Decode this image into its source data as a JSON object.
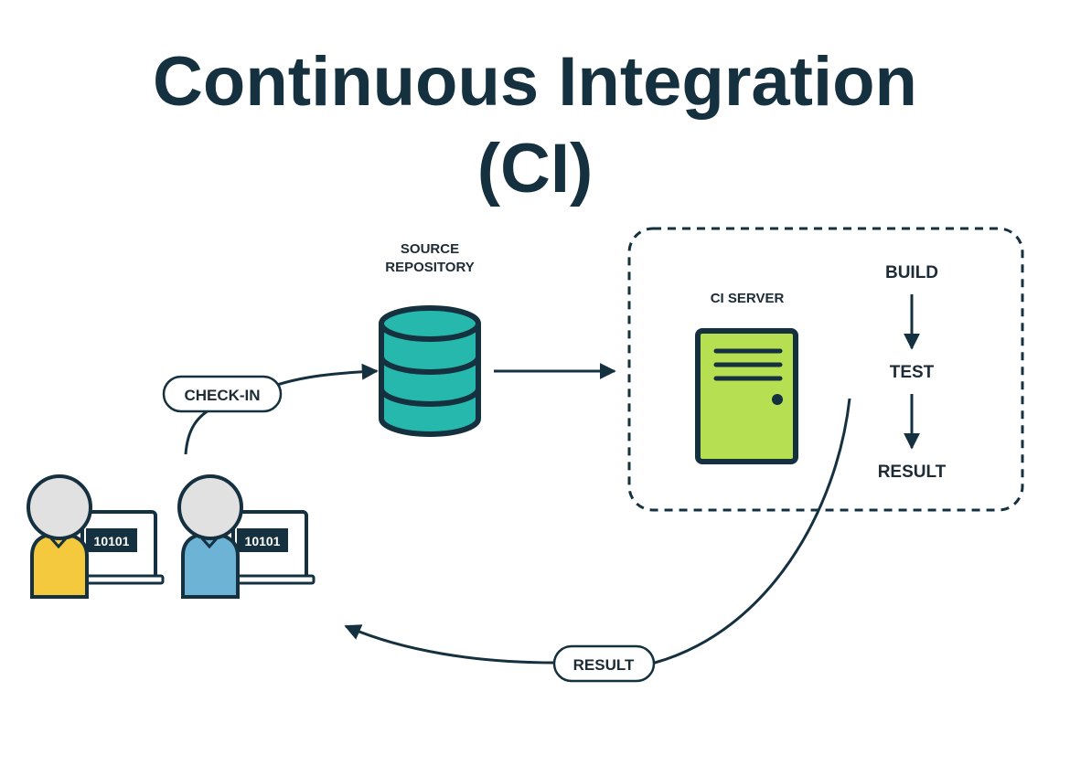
{
  "title": {
    "line1": "Continuous Integration",
    "line2": "(CI)"
  },
  "labels": {
    "source_repository_line1": "SOURCE",
    "source_repository_line2": "REPOSITORY",
    "ci_server": "CI SERVER",
    "check_in": "CHECK-IN",
    "result_bubble": "RESULT"
  },
  "pipeline": {
    "build": "BUILD",
    "test": "TEST",
    "result": "RESULT"
  },
  "developers": {
    "laptop_text_1": "10101",
    "laptop_text_2": "10101"
  },
  "colors": {
    "dark": "#15303f",
    "database": "#26b7ad",
    "server": "#b7df52",
    "developer_yellow": "#f5c93e",
    "developer_blue": "#6cb3d5",
    "head_gray": "#e1e1e1"
  }
}
